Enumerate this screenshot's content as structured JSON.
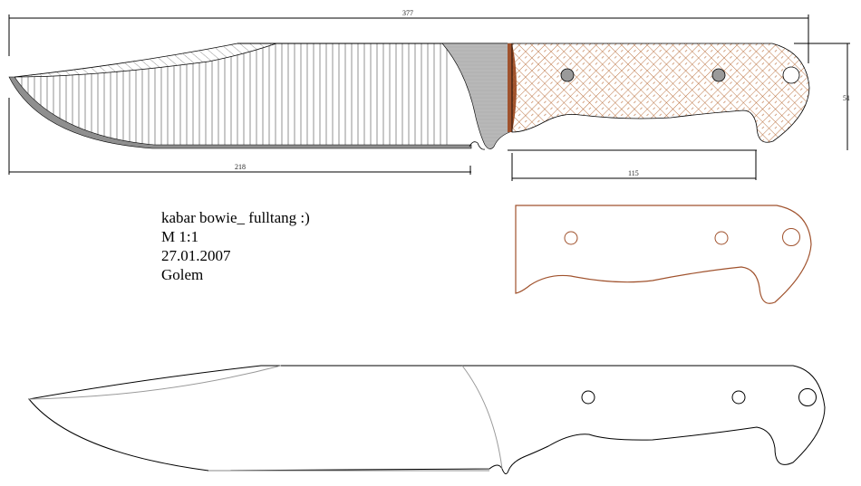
{
  "drawing": {
    "title": "kabar bowie_ fulltang :)",
    "scale": "M 1:1",
    "date": "27.01.2007",
    "author": "Golem"
  },
  "dimensions": {
    "overall_length": "377",
    "blade_length": "218",
    "handle_length": "115",
    "handle_height": "51"
  },
  "colors": {
    "handle_scale": "#a0522d",
    "handle_hatch": "#b5652f",
    "guard_grey": "#b4b4b4",
    "blade_edge": "#888888",
    "outline": "#000000",
    "pin_fill": "#9a9a9a"
  },
  "views": {
    "top": "assembled-knife-view",
    "middle": "handle-scale-template",
    "bottom": "full-tang-outline"
  }
}
